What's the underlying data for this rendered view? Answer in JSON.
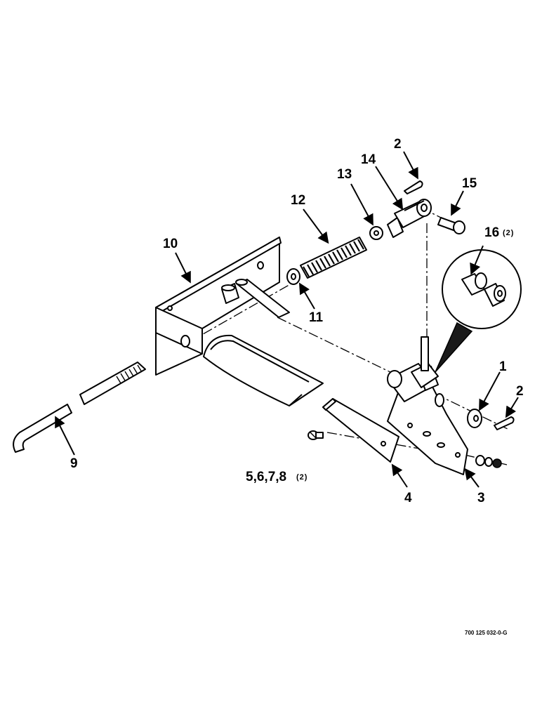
{
  "callouts": {
    "c1": "1",
    "c2_top": "2",
    "c2_right": "2",
    "c3": "3",
    "c4": "4",
    "c5678": "5,6,7,8",
    "c5678_qty": "(2)",
    "c9": "9",
    "c10": "10",
    "c11": "11",
    "c12": "12",
    "c13": "13",
    "c14": "14",
    "c15": "15",
    "c16": "16",
    "c16_qty": "(2)"
  },
  "drawing_number": "700 125 032-0-G"
}
